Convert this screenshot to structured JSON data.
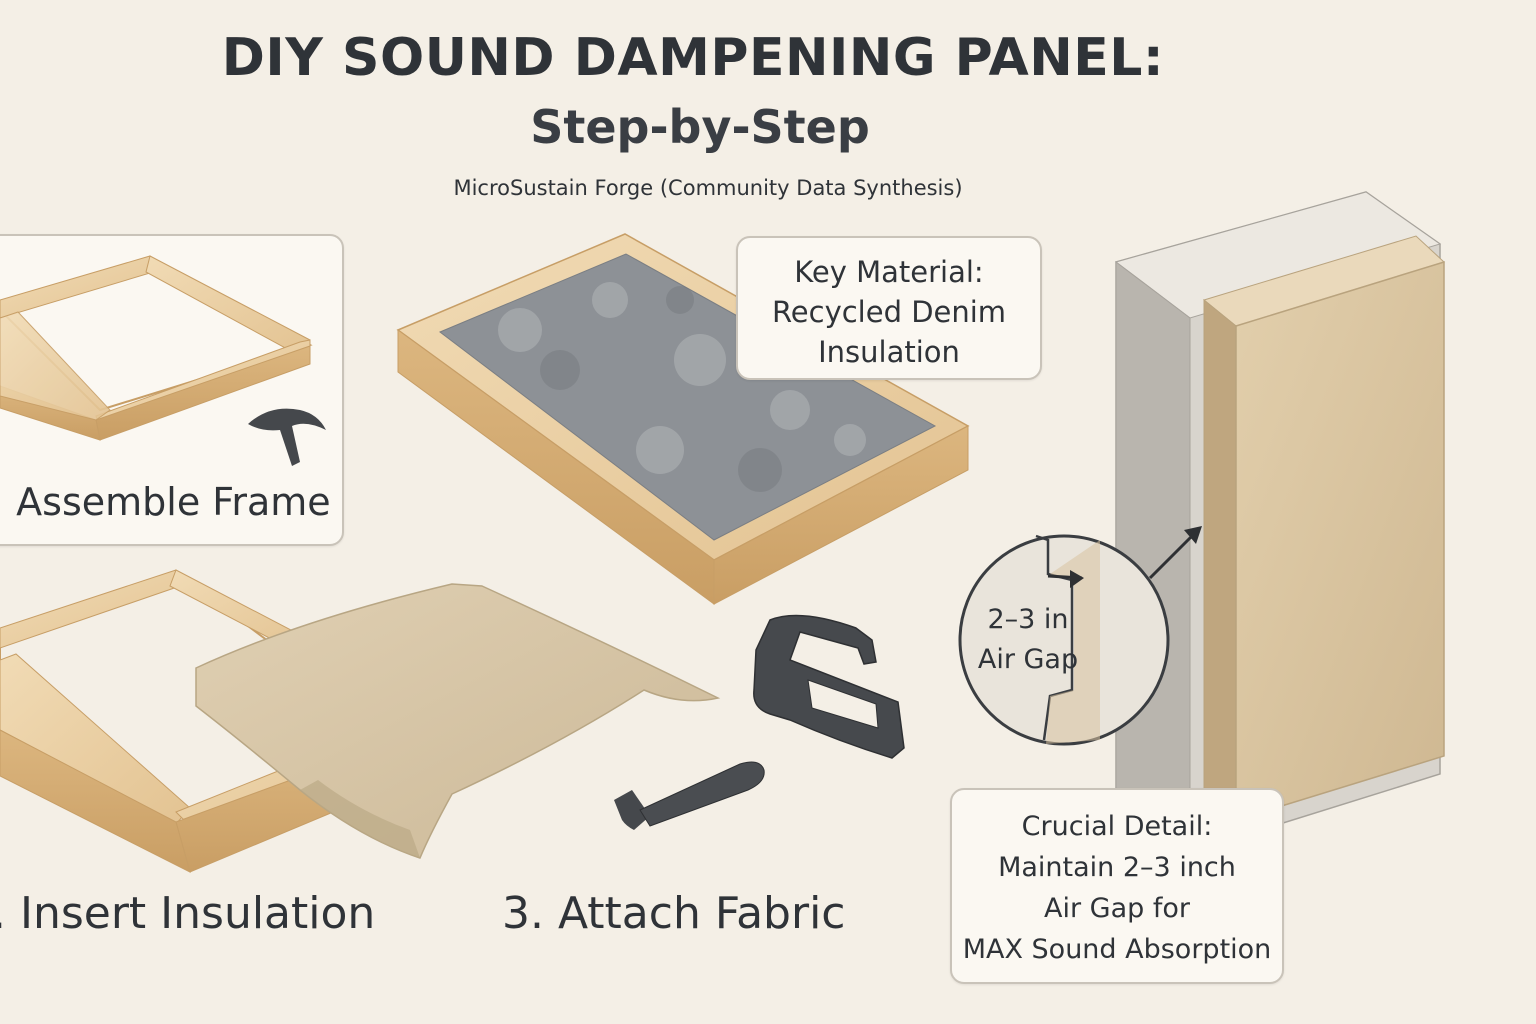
{
  "header": {
    "title": "DIY SOUND DAMPENING PANEL:",
    "subtitle": "Step-by-Step",
    "source": "MicroSustain Forge (Community Data Synthesis)"
  },
  "steps": [
    {
      "label": ". Assemble Frame"
    },
    {
      "label": ". Insert Insulation"
    },
    {
      "label": "3. Attach Fabric"
    }
  ],
  "callouts": {
    "key_material": [
      "Key Material:",
      "Recycled Denim",
      "Insulation"
    ],
    "air_gap": [
      "2–3 in",
      "Air Gap"
    ],
    "crucial_detail": [
      "Crucial Detail:",
      "Maintain 2–3 inch",
      "Air Gap for",
      "MAX Sound Absorption"
    ]
  },
  "icons": [
    "hammer-icon",
    "staple-gun-icon",
    "fabric-sheet",
    "wooden-frame"
  ],
  "colors": {
    "background": "#f4efe6",
    "wood": "#e6c89a",
    "insulation": "#8d9196",
    "fabric": "#d9c7a8",
    "panel": "#d8c3a0",
    "wall": "#d6d2cb",
    "tool": "#45484c"
  }
}
